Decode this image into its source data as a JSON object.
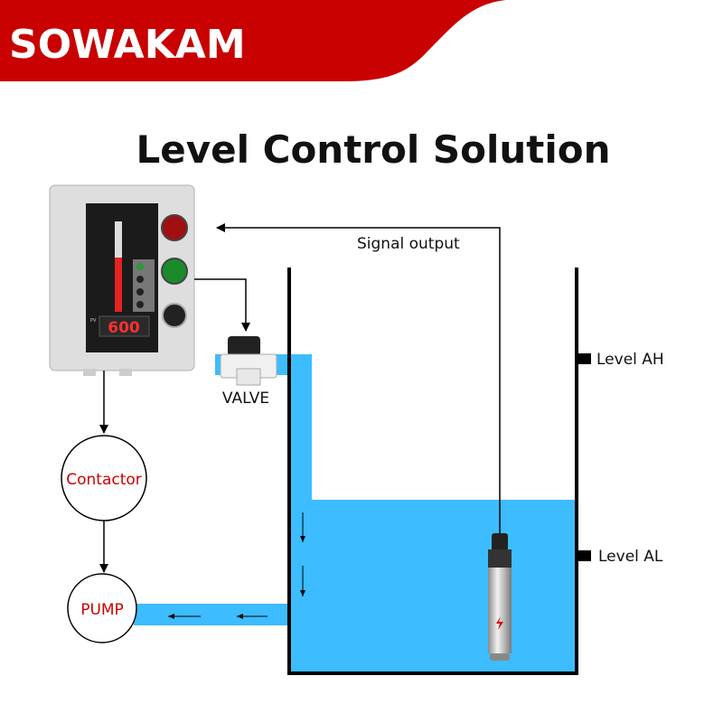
{
  "brand": {
    "logo_text": "SOWAKAM",
    "color": "#c80000"
  },
  "title": "Level Control Solution",
  "labels": {
    "signal_output": "Signal output",
    "valve": "VALVE",
    "contactor": "Contactor",
    "pump": "PUMP",
    "level_ah": "Level AH",
    "level_al": "Level AL"
  },
  "controller": {
    "display_value": "600",
    "display_label": "PV"
  },
  "colors": {
    "water": "#3dbcff",
    "label_red": "#cc0000",
    "line": "#000000"
  }
}
